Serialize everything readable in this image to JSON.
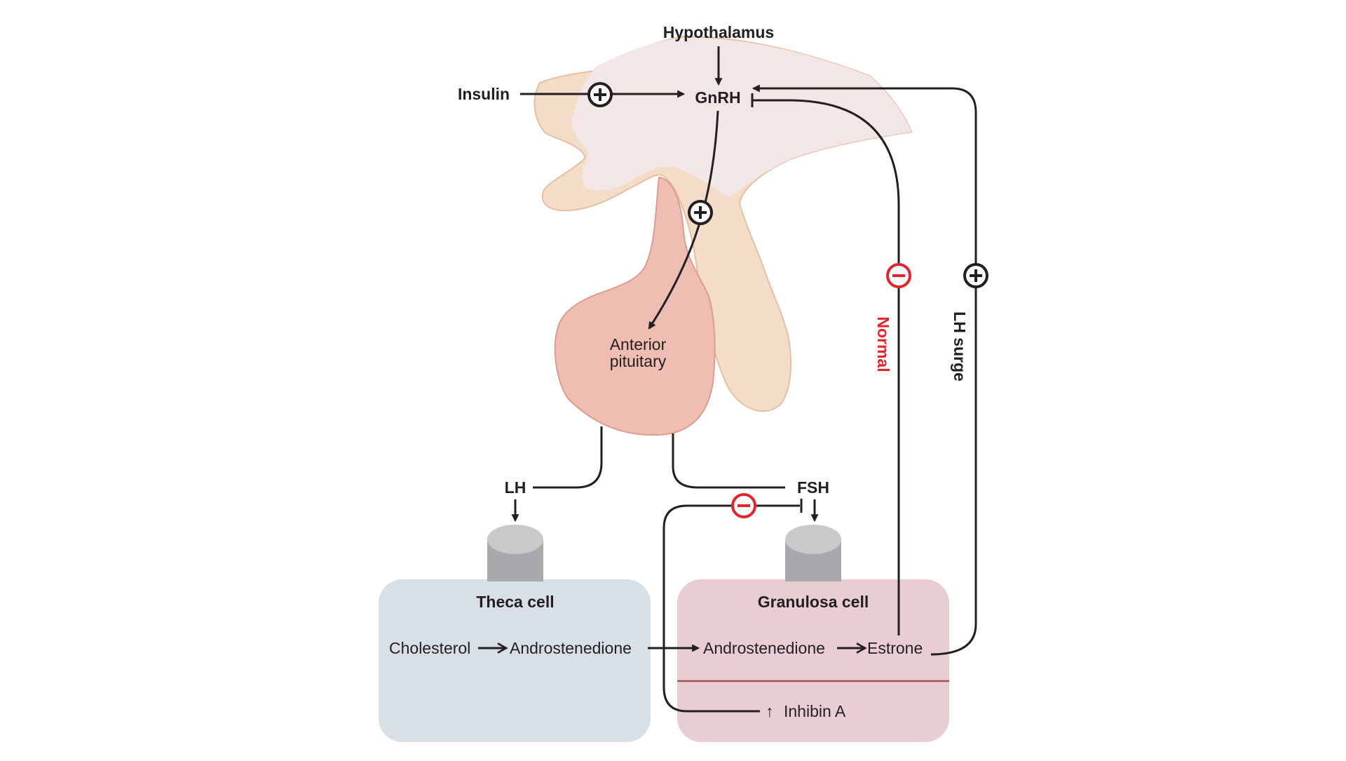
{
  "labels": {
    "hypothalamus": "Hypothalamus",
    "insulin": "Insulin",
    "gnrh": "GnRH",
    "anterior_pituitary_line1": "Anterior",
    "anterior_pituitary_line2": "pituitary",
    "lh": "LH",
    "fsh": "FSH",
    "theca_cell": "Theca cell",
    "granulosa_cell": "Granulosa cell",
    "cholesterol": "Cholesterol",
    "theca_androstenedione": "Androstenedione",
    "granulosa_androstenedione": "Androstenedione",
    "estrone": "Estrone",
    "inhibin_arrow": "↑",
    "inhibin_a": "Inhibin A",
    "normal": "Normal",
    "lh_surge": "LH surge"
  },
  "colors": {
    "hypothalamus_fill": "#f3e6e7",
    "brain_tissue": "#f3dcc8",
    "brain_outline": "#e6bfa3",
    "pituitary_fill": "#efbdb2",
    "pituitary_outline": "#dc9d8f",
    "theca_cell_fill": "#d8dfe5",
    "granulosa_cell_fill": "#e8cdd3",
    "receptor_gray": "#a7a9ac",
    "receptor_top": "#c8c9cb",
    "inhibitory_red": "#e0262c",
    "membrane_line": "#a14e56",
    "line_dark": "#231f20"
  },
  "symbols": {
    "stimulatory": "plus-circle-icon",
    "inhibitory": "minus-circle-icon"
  }
}
